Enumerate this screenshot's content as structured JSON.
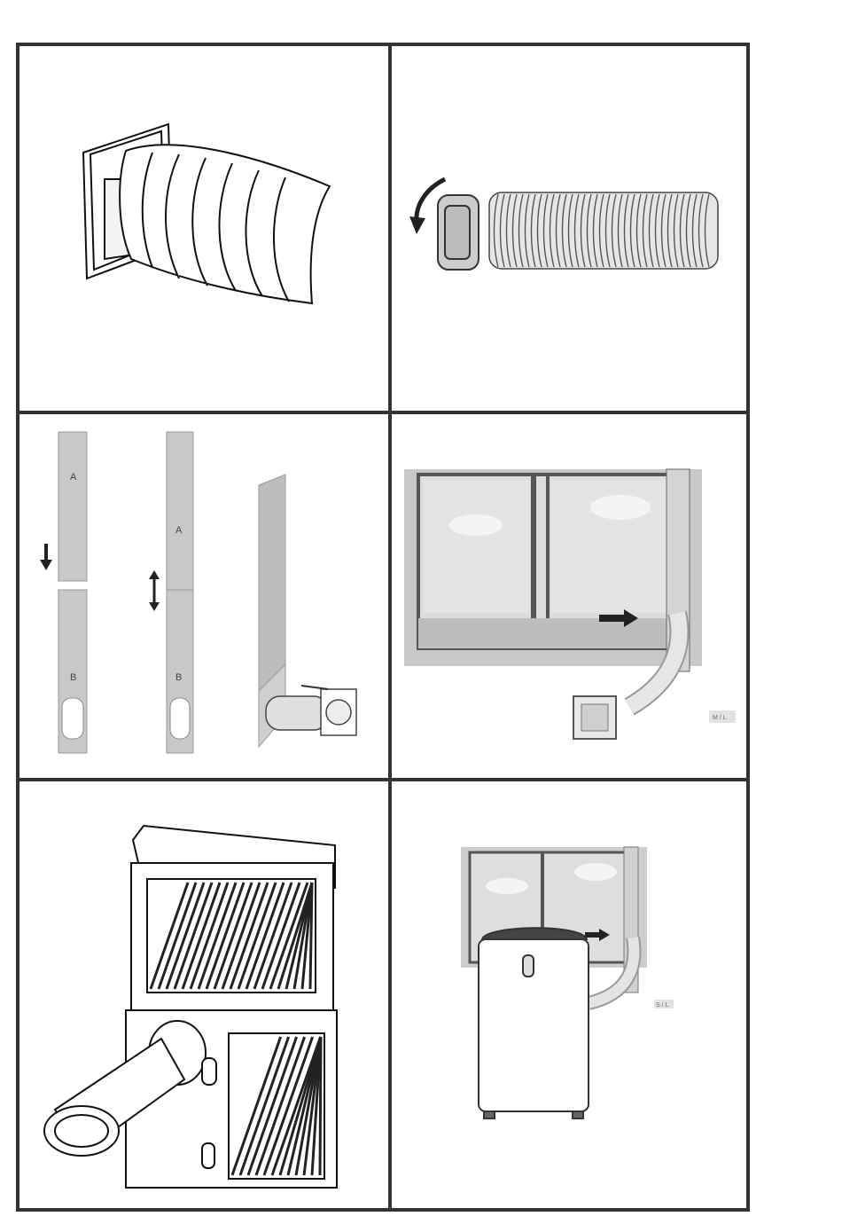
{
  "panels": [
    {
      "id": "hose-adapter"
    },
    {
      "id": "hose-twist-attach"
    },
    {
      "id": "window-slider-assembly",
      "labels": {
        "panel_a": "A",
        "panel_b": "B"
      }
    },
    {
      "id": "sliding-window-install",
      "tag": "M / L"
    },
    {
      "id": "unit-rear-exhaust"
    },
    {
      "id": "unit-installed-window",
      "tag": "S / L"
    }
  ]
}
